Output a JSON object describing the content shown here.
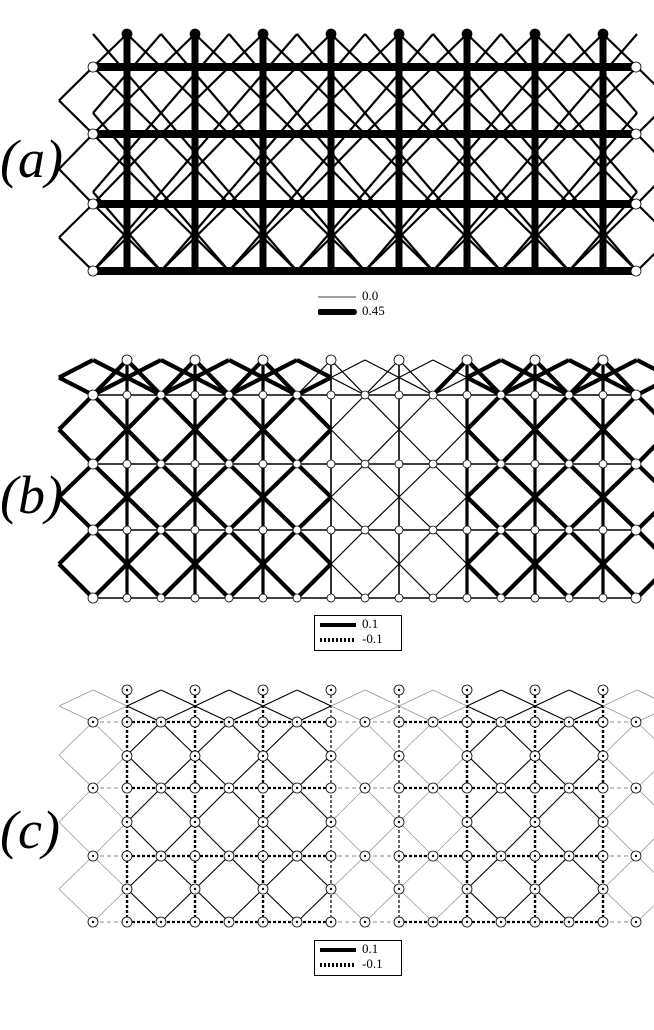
{
  "panels": [
    {
      "id": "a",
      "label": "(a)",
      "legend": {
        "boxed": false,
        "entries": [
          {
            "kind": "thin",
            "label": "0.0"
          },
          {
            "kind": "thick",
            "label": "0.45"
          }
        ]
      }
    },
    {
      "id": "b",
      "label": "(b)",
      "legend": {
        "boxed": true,
        "entries": [
          {
            "kind": "solid",
            "label": "0.1"
          },
          {
            "kind": "dashed",
            "label": "-0.1"
          }
        ]
      }
    },
    {
      "id": "c",
      "label": "(c)",
      "legend": {
        "boxed": true,
        "entries": [
          {
            "kind": "solid",
            "label": "0.1"
          },
          {
            "kind": "dashed",
            "label": "-0.1"
          }
        ]
      }
    }
  ]
}
